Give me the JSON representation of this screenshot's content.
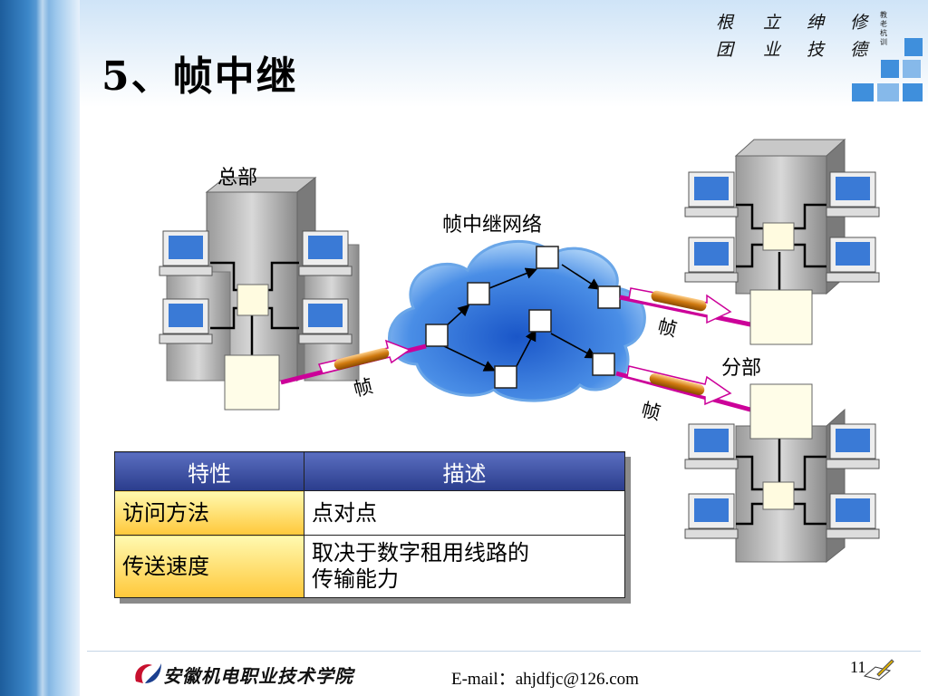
{
  "slide": {
    "title": "5、帧中继",
    "motto": [
      "根",
      "立",
      "绅",
      "修",
      "团",
      "业",
      "技",
      "德"
    ],
    "motto_small": "教老杭训",
    "page_number": "11"
  },
  "diagram": {
    "hq_label": "总部",
    "cloud_label": "帧中继网络",
    "branch_label": "分部",
    "frame_label": "帧"
  },
  "table": {
    "headers": [
      "特性",
      "描述"
    ],
    "rows": [
      {
        "key": "访问方法",
        "value": [
          "点对点"
        ]
      },
      {
        "key": "传送速度",
        "value": [
          "取决于数字租用线路的",
          "传输能力"
        ]
      }
    ]
  },
  "footer": {
    "school": "安徽机电职业技术学院",
    "email": "E-mail：ahjdfjc@126.com"
  },
  "colors": {
    "accent_blue": "#2a3c8c",
    "key_yellow": "#ffc83a",
    "link_magenta": "#cc0099",
    "cloud_blue": "#2f6fd0"
  }
}
